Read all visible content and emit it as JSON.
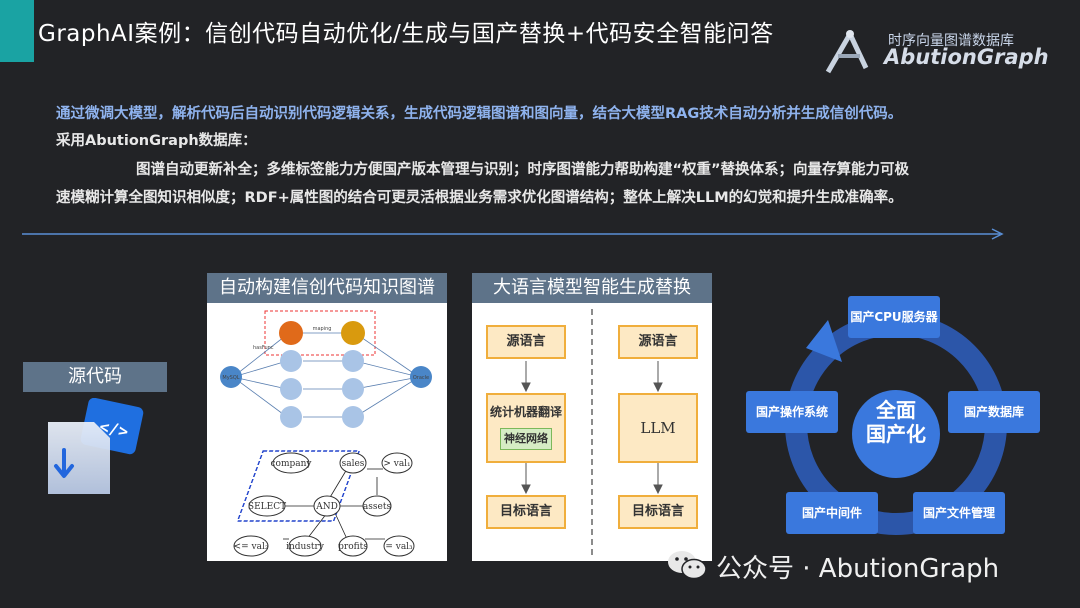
{
  "header": {
    "title": "GraphAI案例：信创代码自动优化/生成与国产替换+代码安全智能问答",
    "logo_sub": "时序向量图谱数据库",
    "logo_main": "AbutionGraph"
  },
  "intro": {
    "line1": "通过微调大模型，解析代码后自动识别代码逻辑关系，生成代码逻辑图谱和图向量，结合大模型RAG技术自动分析并生成信创代码。",
    "line2": "采用AbutionGraph数据库：",
    "line3": "图谱自动更新补全；多维标签能力方便国产版本管理与识别；时序图谱能力帮助构建“权重”替换体系；向量存算能力可极",
    "line4": "速模糊计算全图知识相似度；RDF+属性图的结合可更灵活根据业务需求优化图谱结构；整体上解决LLM的幻觉和提升生成准确率。"
  },
  "source": {
    "label": "源代码"
  },
  "kg_panel": {
    "title": "自动构建信创代码知识图谱",
    "nodes": {
      "mysql": "MySQL",
      "oracle": "Oracle",
      "hasfunc": "hasFunc",
      "maping": "maping",
      "company": "company",
      "sales": "sales",
      "val1": "> val₁",
      "select": "SELECT",
      "and": "AND",
      "assets": "assets",
      "val2": "<= val₂",
      "industry": "industry",
      "profits": "profits",
      "val3": "= val₃"
    }
  },
  "llm_panel": {
    "title": "大语言模型智能生成替换",
    "left": {
      "source": "源语言",
      "mt": "统计机器翻译",
      "nn": "神经网络",
      "target": "目标语言"
    },
    "right": {
      "source": "源语言",
      "llm": "LLM",
      "target": "目标语言"
    }
  },
  "ring": {
    "center": "全面\n国产化",
    "center_line1": "全面",
    "center_line2": "国产化",
    "items": [
      "国产CPU服务器",
      "国产数据库",
      "国产文件管理",
      "国产中间件",
      "国产操作系统"
    ],
    "ring_color": "#2e5cb8",
    "box_color": "#3a78dd"
  },
  "watermark": {
    "text": "公众号 · AbutionGraph"
  }
}
